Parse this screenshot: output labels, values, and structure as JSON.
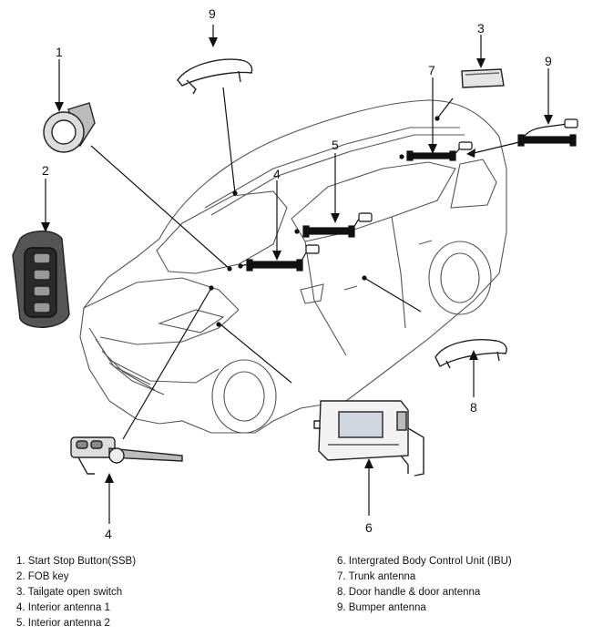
{
  "callouts": {
    "n9a": "9",
    "n1": "1",
    "n2": "2",
    "n3": "3",
    "n7": "7",
    "n9b": "9",
    "n5": "5",
    "n4a": "4",
    "n8": "8",
    "n4b": "4",
    "n6": "6"
  },
  "legend": {
    "left": [
      "1. Start Stop Button(SSB)",
      "2. FOB key",
      "3. Tailgate open switch",
      "4. Interior antenna 1",
      "5. Interior antenna 2"
    ],
    "right": [
      "6. Intergrated Body Control Unit (IBU)",
      "7. Trunk antenna",
      "8. Door handle & door antenna",
      "9. Bumper antenna"
    ]
  }
}
